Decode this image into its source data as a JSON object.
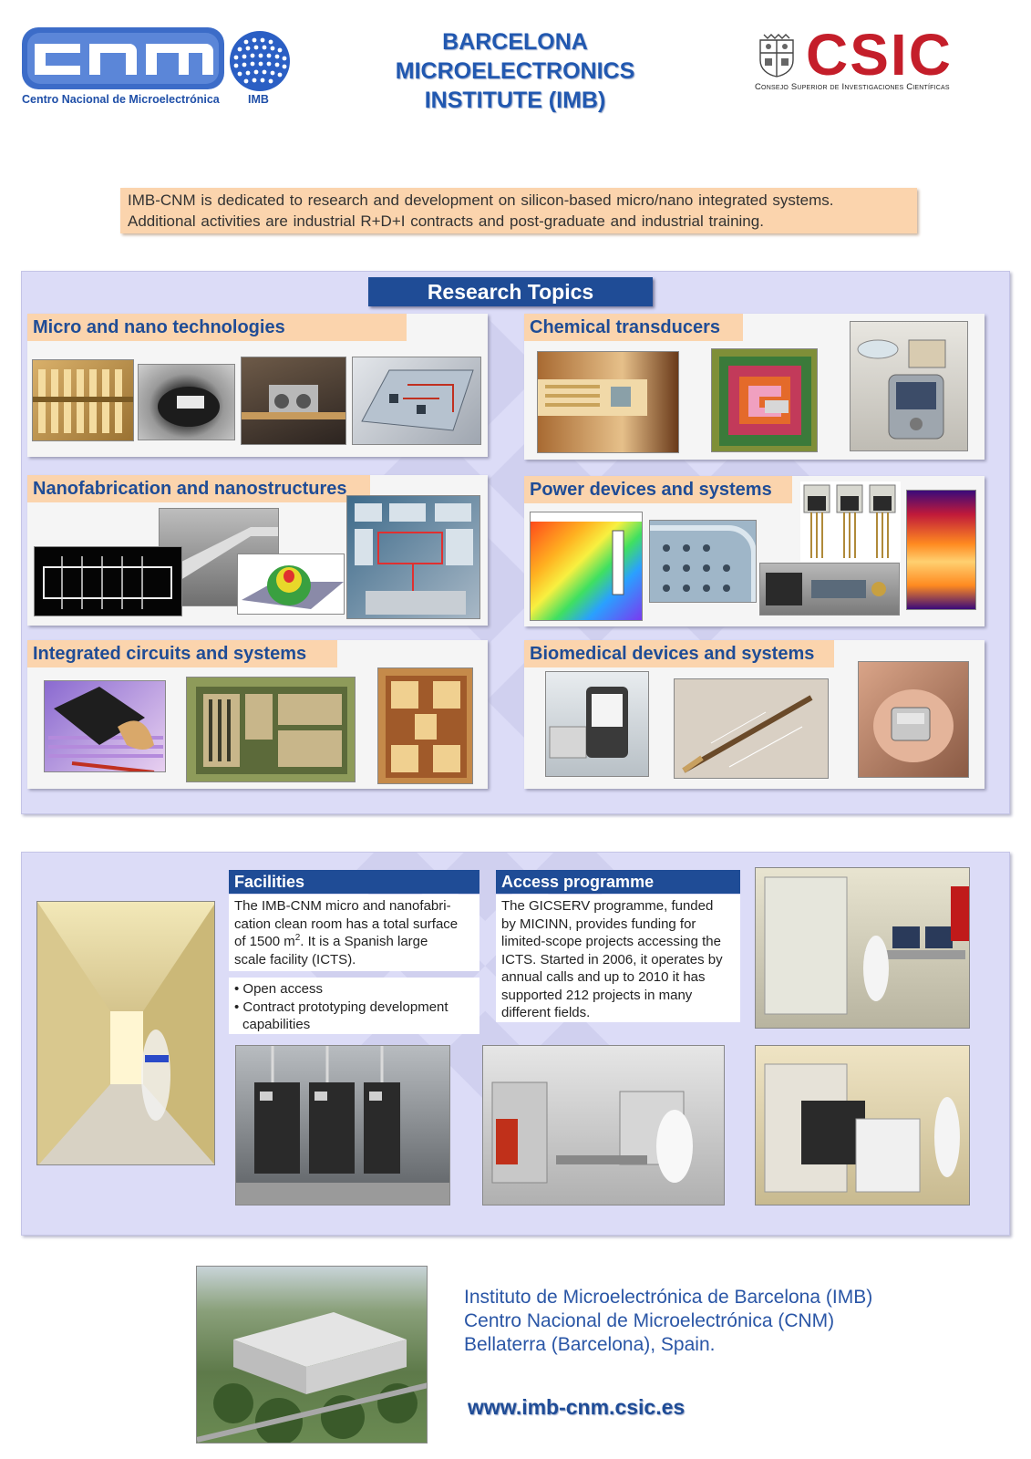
{
  "header": {
    "cnm_logo_text": "cnm",
    "cnm_caption": "Centro Nacional de Microelectrónica",
    "imb_caption": "IMB",
    "title_lines": [
      "BARCELONA",
      "MICROELECTRONICS",
      "INSTITUTE (IMB)"
    ],
    "csic_word": "CSIC",
    "csic_caption": "Consejo Superior de Investigaciones Científicas"
  },
  "intro": {
    "lines": [
      "IMB-CNM is dedicated to research and development on silicon-based micro/nano integrated systems.",
      "Additional activities are industrial R+D+I contracts and post-graduate and industrial training."
    ]
  },
  "research": {
    "header": "Research Topics",
    "topics": [
      {
        "label": "Micro and nano technologies"
      },
      {
        "label": "Chemical transducers"
      },
      {
        "label": "Nanofabrication and nanostructures"
      },
      {
        "label": "Power devices and systems"
      },
      {
        "label": "Integrated circuits and systems"
      },
      {
        "label": "Biomedical devices and systems"
      }
    ]
  },
  "facilities": {
    "header": "Facilities",
    "text_lines": [
      "The IMB-CNM micro and nanofabri-",
      "cation clean room has a total surface",
      "of 1500 m",
      ". It is a Spanish large",
      "scale facility (ICTS)."
    ],
    "sup": "2",
    "bullets": [
      "• Open access",
      "• Contract prototyping development",
      "capabilities"
    ]
  },
  "access": {
    "header": "Access programme",
    "text_lines": [
      "The GICSERV programme, funded",
      "by MICINN, provides funding for",
      "limited-scope projects accessing the",
      "ICTS. Started in 2006, it operates  by",
      "annual calls and up to 2010 it has",
      "supported 212 projects in many",
      "different  fields."
    ]
  },
  "footer": {
    "address_lines": [
      "Instituto de Microelectrónica de Barcelona (IMB)",
      "Centro Nacional de Microelectrónica (CNM)",
      "Bellaterra (Barcelona), Spain."
    ],
    "url": "www.imb-cnm.csic.es"
  },
  "colors": {
    "brand_blue": "#1f4c96",
    "title_blue": "#2158b0",
    "label_peach": "#fbd4ad",
    "panel_lavender": "#dcdcf7",
    "csic_red": "#c41e2a"
  }
}
